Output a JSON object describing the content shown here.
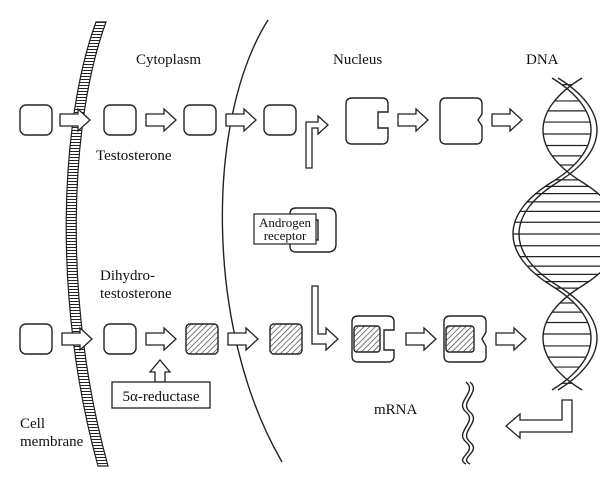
{
  "labels": {
    "cytoplasm": "Cytoplasm",
    "nucleus": "Nucleus",
    "dna": "DNA",
    "testosterone": "Testosterone",
    "dihydro_line1": "Dihydro-",
    "dihydro_line2": "testosterone",
    "androgen_line1": "Androgen",
    "androgen_line2": "receptor",
    "enzyme": "5α-reductase",
    "mrna": "mRNA",
    "cell_line1": "Cell",
    "cell_line2": "membrane"
  },
  "colors": {
    "stroke": "#222222",
    "background": "#ffffff",
    "hatch": "#333333"
  },
  "icons": {
    "molecule": "rounded-square",
    "converted_molecule": "hatched-rounded-square",
    "receptor": "c-shaped-receptor",
    "dna": "double-helix",
    "mrna": "wavy-strand",
    "flow": "block-arrow"
  }
}
